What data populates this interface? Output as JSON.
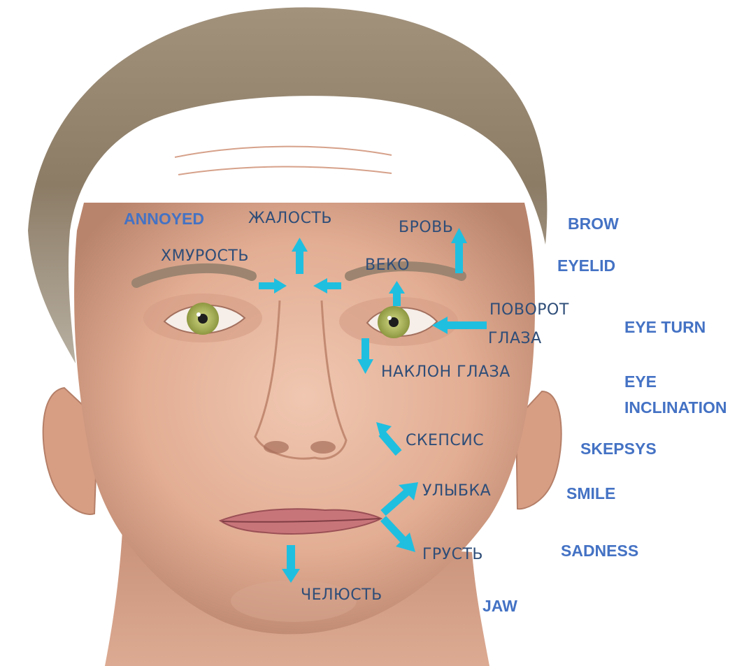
{
  "colors": {
    "arrow": "#1fbfe0",
    "english_label": "#4472c4",
    "russian_label": "#2e4d78",
    "skin": "#e6b49c",
    "hair": "#8a7a66",
    "iris": "#b6c25c"
  },
  "icons": [
    "face-illustration",
    "arrow-up-icon",
    "arrow-right-icon",
    "arrow-left-icon",
    "arrow-down-icon",
    "arrow-diagonal-icon"
  ],
  "labels": {
    "annoyed": "ANNOYED",
    "zhalost": "ЖАЛОСТЬ",
    "brov": "БРОВЬ",
    "brow": "BROW",
    "khmurost": "ХМУРОСТЬ",
    "veko": "ВЕКО",
    "eyelid": "EYELID",
    "povorot": "ПОВОРОТ",
    "glaza": "ГЛАЗА",
    "eye_turn": "EYE TURN",
    "naklon_glaza": "НАКЛОН ГЛАЗА",
    "eye": "EYE",
    "inclination": "INCLINATION",
    "skepsis": "СКЕПСИС",
    "skepsys": "SKEPSYS",
    "ulybka": "УЛЫБКА",
    "smile": "SMILE",
    "grust": "ГРУСТЬ",
    "sadness": "SADNESS",
    "chelyust": "ЧЕЛЮСТЬ",
    "jaw": "JAW"
  }
}
